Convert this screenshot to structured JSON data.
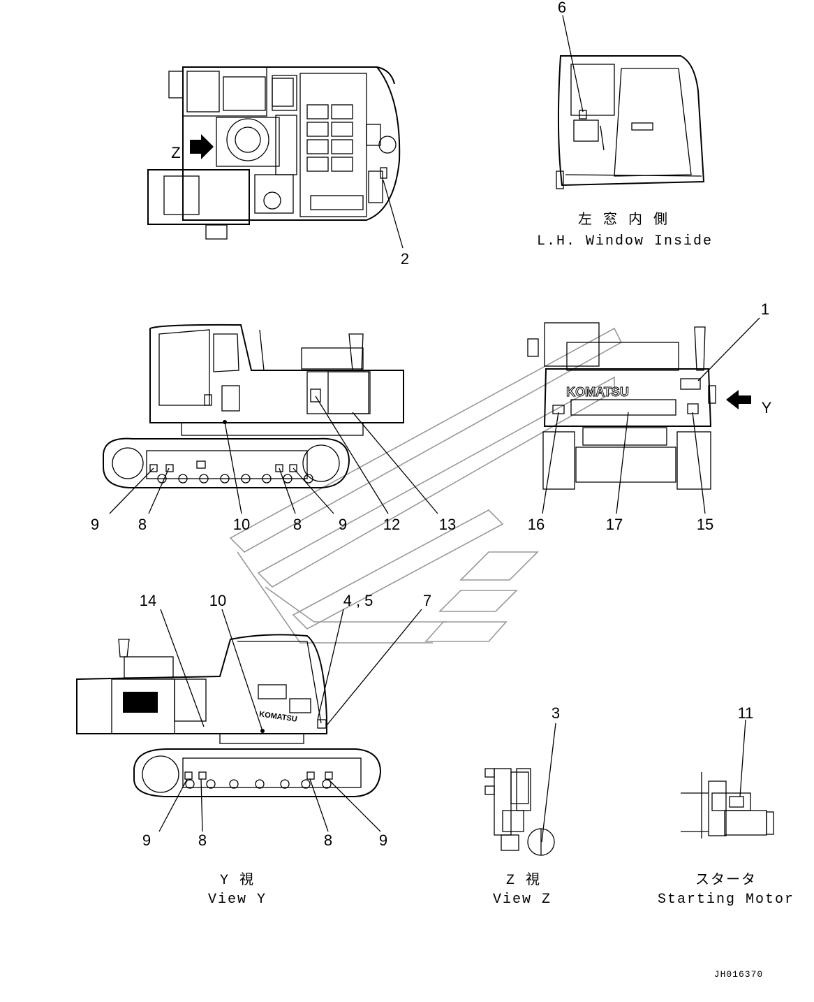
{
  "callouts": {
    "c1": "1",
    "c2": "2",
    "c3": "3",
    "c4_5": "4 , 5",
    "c6": "6",
    "c7": "7",
    "c8a": "8",
    "c8b": "8",
    "c8c": "8",
    "c8d": "8",
    "c9a": "9",
    "c9b": "9",
    "c9c": "9",
    "c9d": "9",
    "c10a": "10",
    "c10b": "10",
    "c11": "11",
    "c12": "12",
    "c13": "13",
    "c14": "14",
    "c15": "15",
    "c16": "16",
    "c17": "17",
    "arrowZ": "Z",
    "arrowY": "Y"
  },
  "captions": {
    "window_jp": "左 窓 内 側",
    "window_en": "L.H. Window Inside",
    "viewY_jp": "Y 視",
    "viewY_en": "View Y",
    "viewZ_jp": "Z 視",
    "viewZ_en": "View Z",
    "starter_jp": "スタータ",
    "starter_en": "Starting Motor"
  },
  "brand": "KOMATSU",
  "drawing_number": "JH016370"
}
